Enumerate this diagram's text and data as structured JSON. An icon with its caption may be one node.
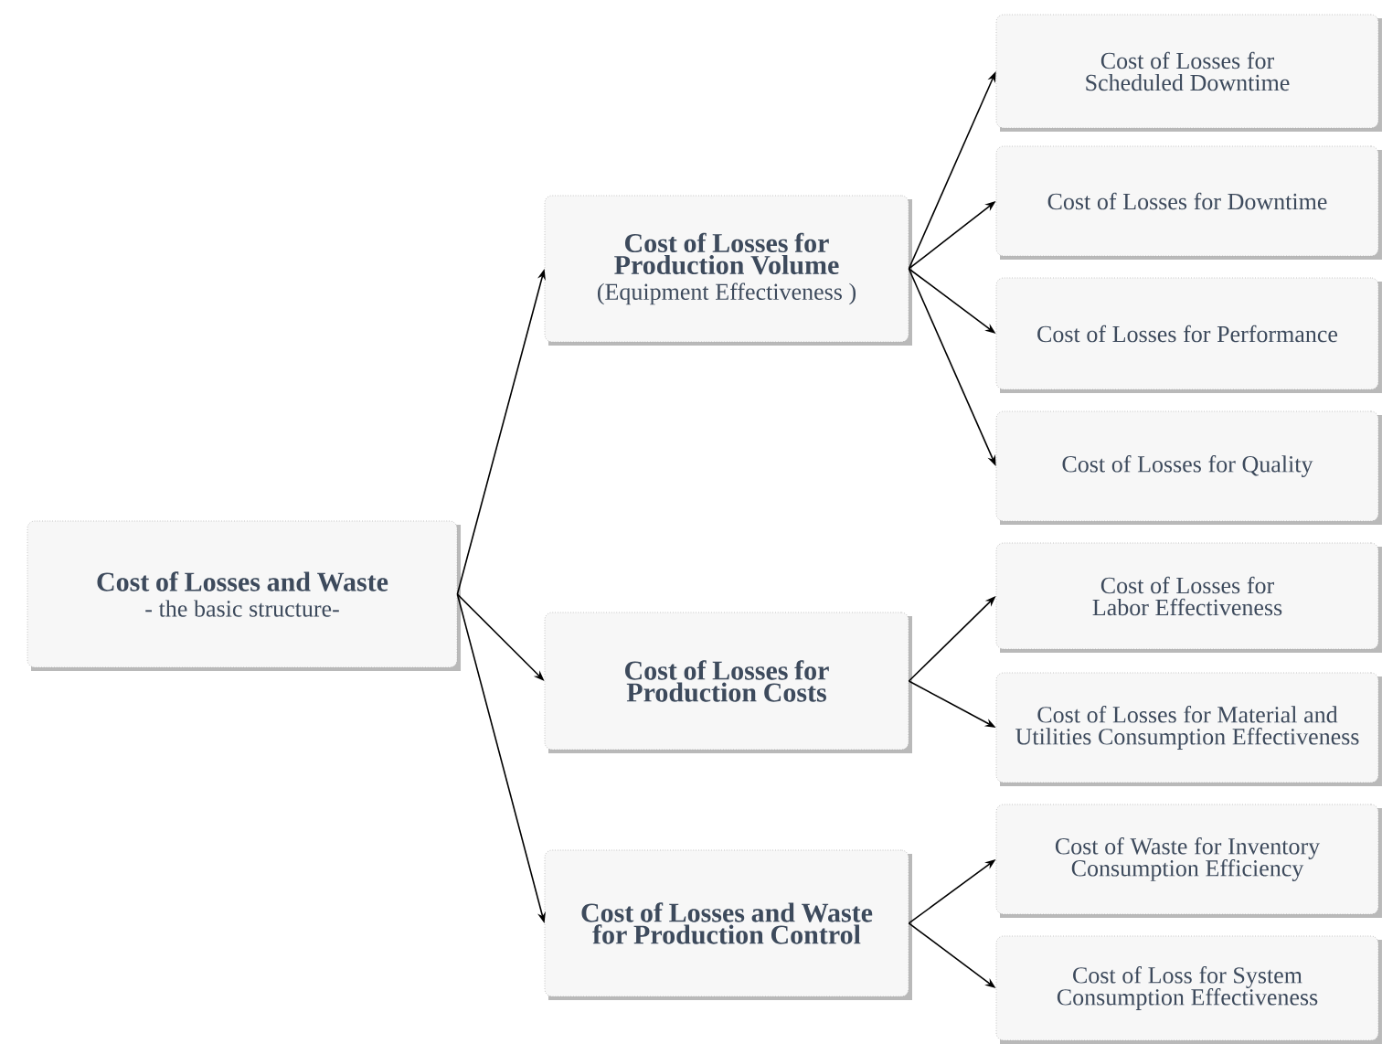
{
  "diagram": {
    "nodes": [
      {
        "text": [
          "Cost of Losses and Waste",
          "- the basic structure-"
        ]
      },
      {
        "text": [
          "Cost of Losses for Production Volume",
          "(Equipment Effectiveness )"
        ]
      },
      {
        "text": [
          "Cost of Losses for Production Costs"
        ]
      },
      {
        "text": [
          "Cost of Losses and Waste for Production Control"
        ]
      },
      {
        "text": [
          "Cost of Losses for Scheduled Downtime"
        ]
      },
      {
        "text": [
          "Cost of Losses for Downtime"
        ]
      },
      {
        "text": [
          "Cost of Losses for Performance"
        ]
      },
      {
        "text": [
          "Cost of Losses for Quality"
        ]
      },
      {
        "text": [
          "Cost of Losses for Labor Effectiveness"
        ]
      },
      {
        "text": [
          "Cost of Losses for Material and Utilities Consumption Effectiveness"
        ]
      },
      {
        "text": [
          "Cost of Waste for Inventory Consumption Efficiency"
        ]
      },
      {
        "text": [
          "Cost of Loss for System Consumption Effectiveness"
        ]
      }
    ],
    "edges": [
      {
        "from": 0,
        "to": 1,
        "arrow": "to"
      },
      {
        "from": 0,
        "to": 2,
        "arrow": "to"
      },
      {
        "from": 0,
        "to": 3,
        "arrow": "to"
      },
      {
        "from": 1,
        "to": 4,
        "arrow": "to"
      },
      {
        "from": 1,
        "to": 5,
        "arrow": "to"
      },
      {
        "from": 1,
        "to": 6,
        "arrow": "to"
      },
      {
        "from": 1,
        "to": 7,
        "arrow": "to"
      },
      {
        "from": 2,
        "to": 8,
        "arrow": "to"
      },
      {
        "from": 2,
        "to": 9,
        "arrow": "to"
      },
      {
        "from": 3,
        "to": 10,
        "arrow": "to"
      },
      {
        "from": 3,
        "to": 11,
        "arrow": "to"
      }
    ]
  }
}
